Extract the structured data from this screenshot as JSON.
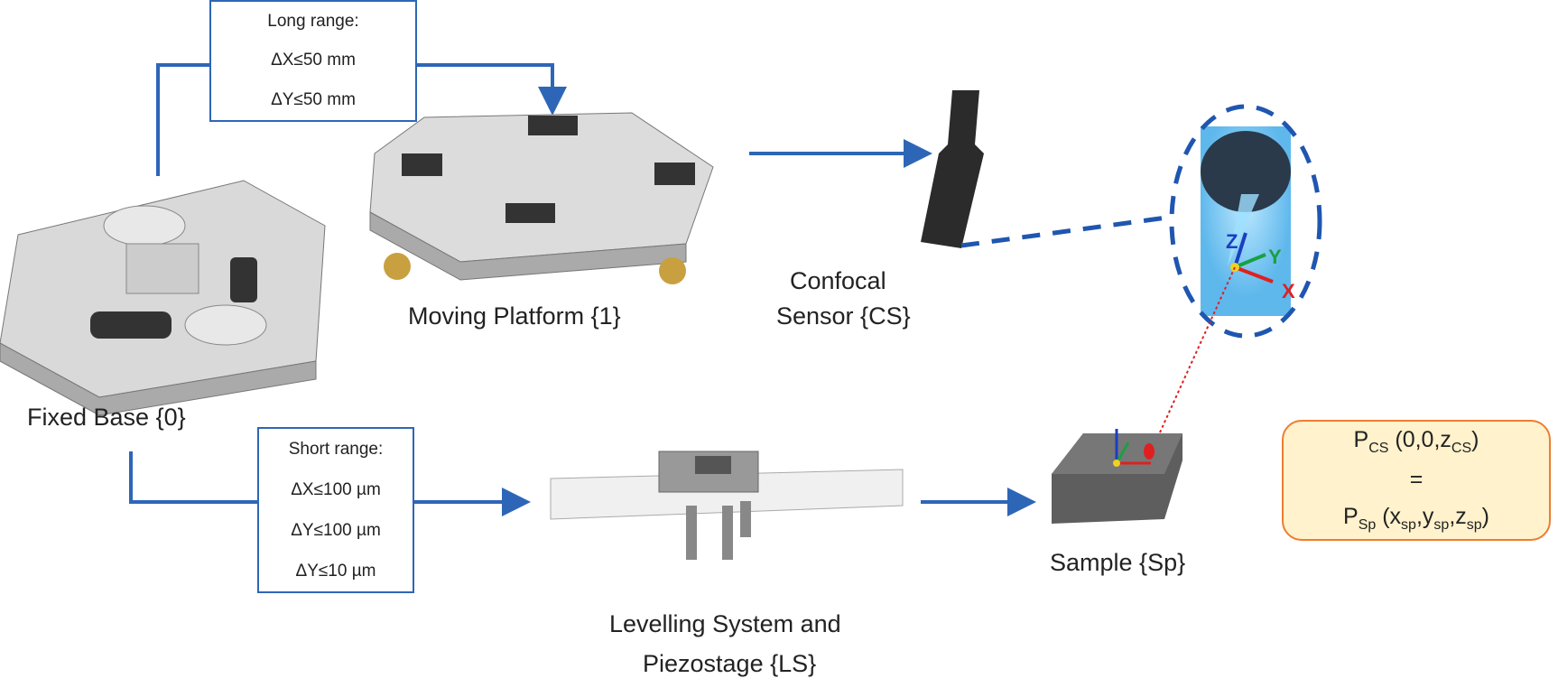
{
  "long_range": {
    "title": "Long range:",
    "dx": "ΔX≤50 mm",
    "dy": "ΔY≤50 mm"
  },
  "short_range": {
    "title": "Short range:",
    "dx": "ΔX≤100 µm",
    "dy": "ΔY≤100 µm",
    "dz": "ΔY≤10 µm"
  },
  "labels": {
    "fixed_base": "Fixed Base {0}",
    "moving_platform": "Moving Platform {1}",
    "sensor_1": "Confocal",
    "sensor_2": "Sensor {CS}",
    "levelling_1": "Levelling System and",
    "levelling_2": "Piezostage {LS}",
    "sample": "Sample {Sp}"
  },
  "axes": {
    "x": "X",
    "y": "Y",
    "z": "Z"
  },
  "equation": {
    "p": "P",
    "cs": "CS",
    "top_rest": " (0,0,z",
    "cs2": "CS",
    "close": ")",
    "equals": "=",
    "sp": "Sp",
    "x": " (x",
    "sp1": "sp",
    "y": ",y",
    "sp2": "sp",
    "z": ",z",
    "sp3": "sp"
  },
  "colors": {
    "arrow": "#2e66b7",
    "box_fill": "#fff2cc",
    "box_border": "#ed7d31"
  }
}
